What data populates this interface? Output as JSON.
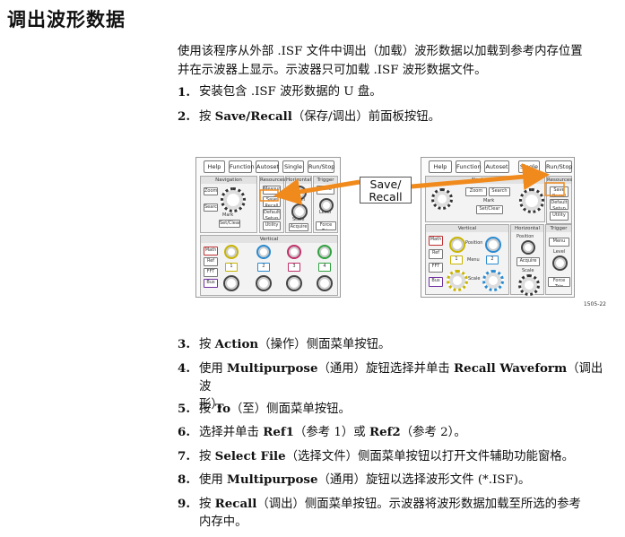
{
  "title": "调出波形数据",
  "intro_line1": "使用该程序从外部 .ISF 文件中调出（加载）波形数据以加载到参考内存位置",
  "intro_line2": "并在示波器上显示。示波器只可加载 .ISF 波形数据文件。",
  "steps": [
    {
      "num": "1.",
      "parts": [
        "安装包含 .ISF 波形数据的 U 盘。"
      ]
    },
    {
      "num": "2.",
      "parts": [
        "按 ",
        "Save/Recall",
        "（保存/调出）前面板按钮。"
      ]
    },
    {
      "num": "3.",
      "parts": [
        "按 ",
        "Action",
        "（操作）侧面菜单按钮。"
      ]
    },
    {
      "num": "4.",
      "parts": [
        "使用 ",
        "Multipurpose",
        "（通用）旋钮选择并单击 ",
        "Recall Waveform",
        "（调出波",
        "形）。"
      ]
    },
    {
      "num": "5.",
      "parts": [
        "按 ",
        "To",
        "（至）侧面菜单按钮。"
      ]
    },
    {
      "num": "6.",
      "parts": [
        "选择并单击 ",
        "Ref1",
        "（参考 1）或 ",
        "Ref2",
        "（参考 2）。"
      ]
    },
    {
      "num": "7.",
      "parts": [
        "按 ",
        "Select File",
        "（选择文件）侧面菜单按钮以打开文件辅助功能窗格。"
      ]
    },
    {
      "num": "8.",
      "parts": [
        "使用 ",
        "Multipurpose",
        "（通用）旋钮以选择波形文件 (*.ISF)。"
      ]
    },
    {
      "num": "9.",
      "parts": [
        "按 ",
        "Recall",
        "（调出）侧面菜单按钮。示波器将波形数据加载至所选的参考",
        "内存中。"
      ]
    }
  ],
  "figure": {
    "callout_line1": "Save/",
    "callout_line2": "Recall",
    "figure_id": "1505-22",
    "left_panel": {
      "top_buttons": [
        "Help",
        "Function",
        "Autoset",
        "Single",
        "Run/Stop"
      ],
      "sections": [
        "Navigation",
        "Resources",
        "Horizontal",
        "Trigger",
        "Vertical"
      ],
      "nav_buttons": [
        "Zoom",
        "Search",
        "Set/Clear",
        "Mark"
      ],
      "resource_buttons": [
        "Measure",
        "Save Recall",
        "Default Setup",
        "Utility"
      ],
      "horizontal_labels": [
        "Position",
        "Scale",
        "Acquire"
      ],
      "trigger_labels": [
        "Menu",
        "Level",
        "Force Trig"
      ],
      "vertical_buttons": [
        "Math",
        "Ref",
        "FFT",
        "Bus",
        "1",
        "2",
        "3",
        "4"
      ]
    },
    "right_panel": {
      "top_buttons": [
        "Help",
        "Function",
        "Autoset",
        "Single",
        "Run/Stop"
      ],
      "sections": [
        "Navigation",
        "Resources",
        "Vertical",
        "Horizontal",
        "Trigger"
      ],
      "nav_buttons": [
        "Zoom",
        "Search",
        "Set/Clear",
        "Mark"
      ],
      "resource_buttons": [
        "Save Recall",
        "Default Setup",
        "Utility"
      ],
      "vertical_labels": [
        "Position",
        "Menu",
        "Scale"
      ],
      "vertical_buttons": [
        "Math",
        "Ref",
        "FFT",
        "Bus",
        "1",
        "2"
      ],
      "horizontal_labels": [
        "Position",
        "Acquire",
        "Scale"
      ],
      "trigger_labels": [
        "Menu",
        "Level",
        "Force Trig"
      ]
    }
  }
}
